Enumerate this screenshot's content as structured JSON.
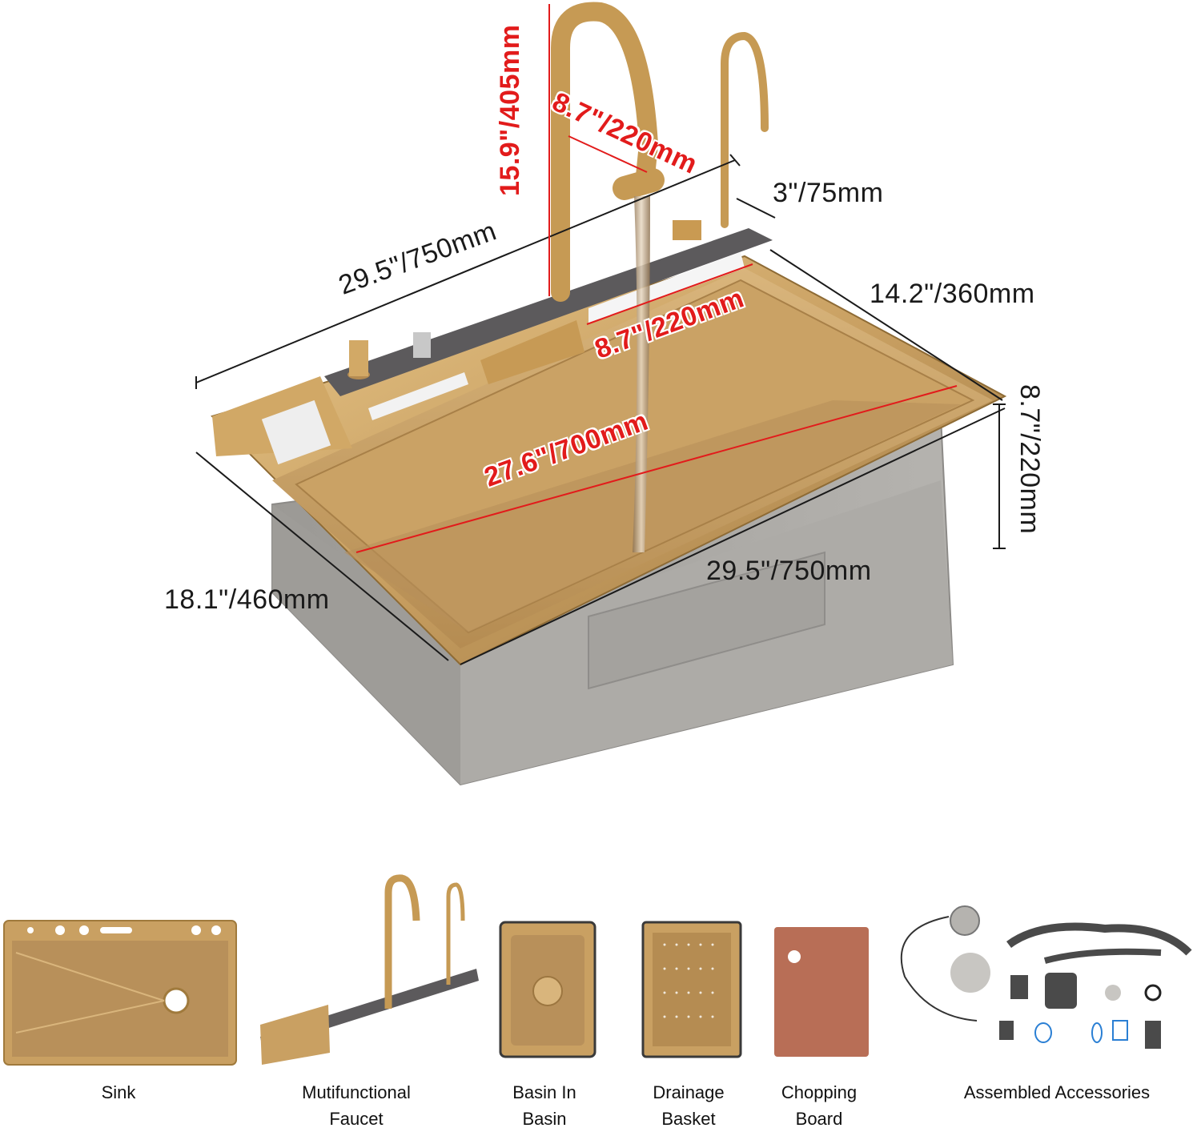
{
  "dimensions": {
    "top_length": "29.5\"/750mm",
    "faucet_height": "15.9\"/405mm",
    "faucet_reach": "8.7\"/220mm",
    "deck_width": "3\"/75mm",
    "top_width": "14.2\"/360mm",
    "waterfall_length": "8.7\"/220mm",
    "inner_length": "27.6\"/700mm",
    "depth": "8.7\"/220mm",
    "bottom_length": "29.5\"/750mm",
    "side_width": "18.1\"/460mm"
  },
  "components": [
    {
      "label_line1": "Sink",
      "label_line2": ""
    },
    {
      "label_line1": "Mutifunctional",
      "label_line2": "Faucet"
    },
    {
      "label_line1": "Basin In",
      "label_line2": "Basin"
    },
    {
      "label_line1": "Drainage",
      "label_line2": "Basket"
    },
    {
      "label_line1": "Chopping",
      "label_line2": "Board"
    },
    {
      "label_line1": "Assembled Accessories",
      "label_line2": ""
    }
  ],
  "colors": {
    "gold": "#c9a062",
    "gold_dark": "#a07a3c",
    "steel_gray": "#a8a6a2",
    "panel_gray": "#5c5a5c",
    "dimension_red": "#e21b1b",
    "board_wood": "#b86e56"
  }
}
